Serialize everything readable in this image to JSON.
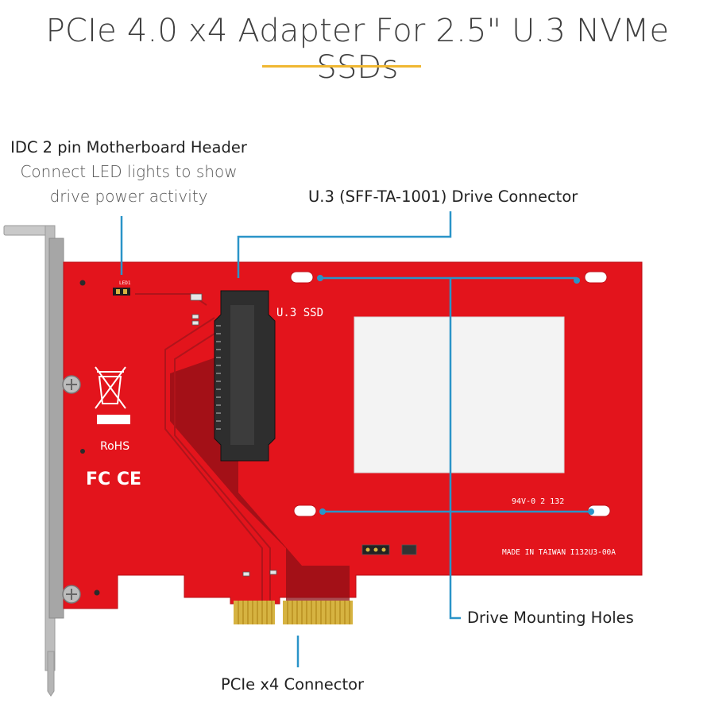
{
  "title": "PCIe 4.0 x4 Adapter For 2.5\" U.3 NVMe SSDs",
  "callouts": {
    "idc_header": {
      "heading": "IDC 2 pin Motherboard Header",
      "line1": "Connect LED lights to show",
      "line2": "drive power activity"
    },
    "drive_connector": {
      "label": "U.3 (SFF-TA-1001) Drive Connector"
    },
    "mounting_holes": {
      "label": "Drive Mounting Holes"
    },
    "pcie_connector": {
      "label": "PCIe x4 Connector"
    }
  },
  "board": {
    "connector_label": "U.3 SSD",
    "rohs": "RoHS",
    "fc_ce": "FC CE",
    "made_in": "MADE IN TAIWAN I132U3-00A",
    "rating": "94V-0 2 132",
    "led_label": "LED1"
  },
  "colors": {
    "accent_yellow": "#f0b731",
    "callout_blue": "#2a94c8",
    "pcb_red": "#e3141c",
    "bracket_gray": "#b8b8b8"
  }
}
